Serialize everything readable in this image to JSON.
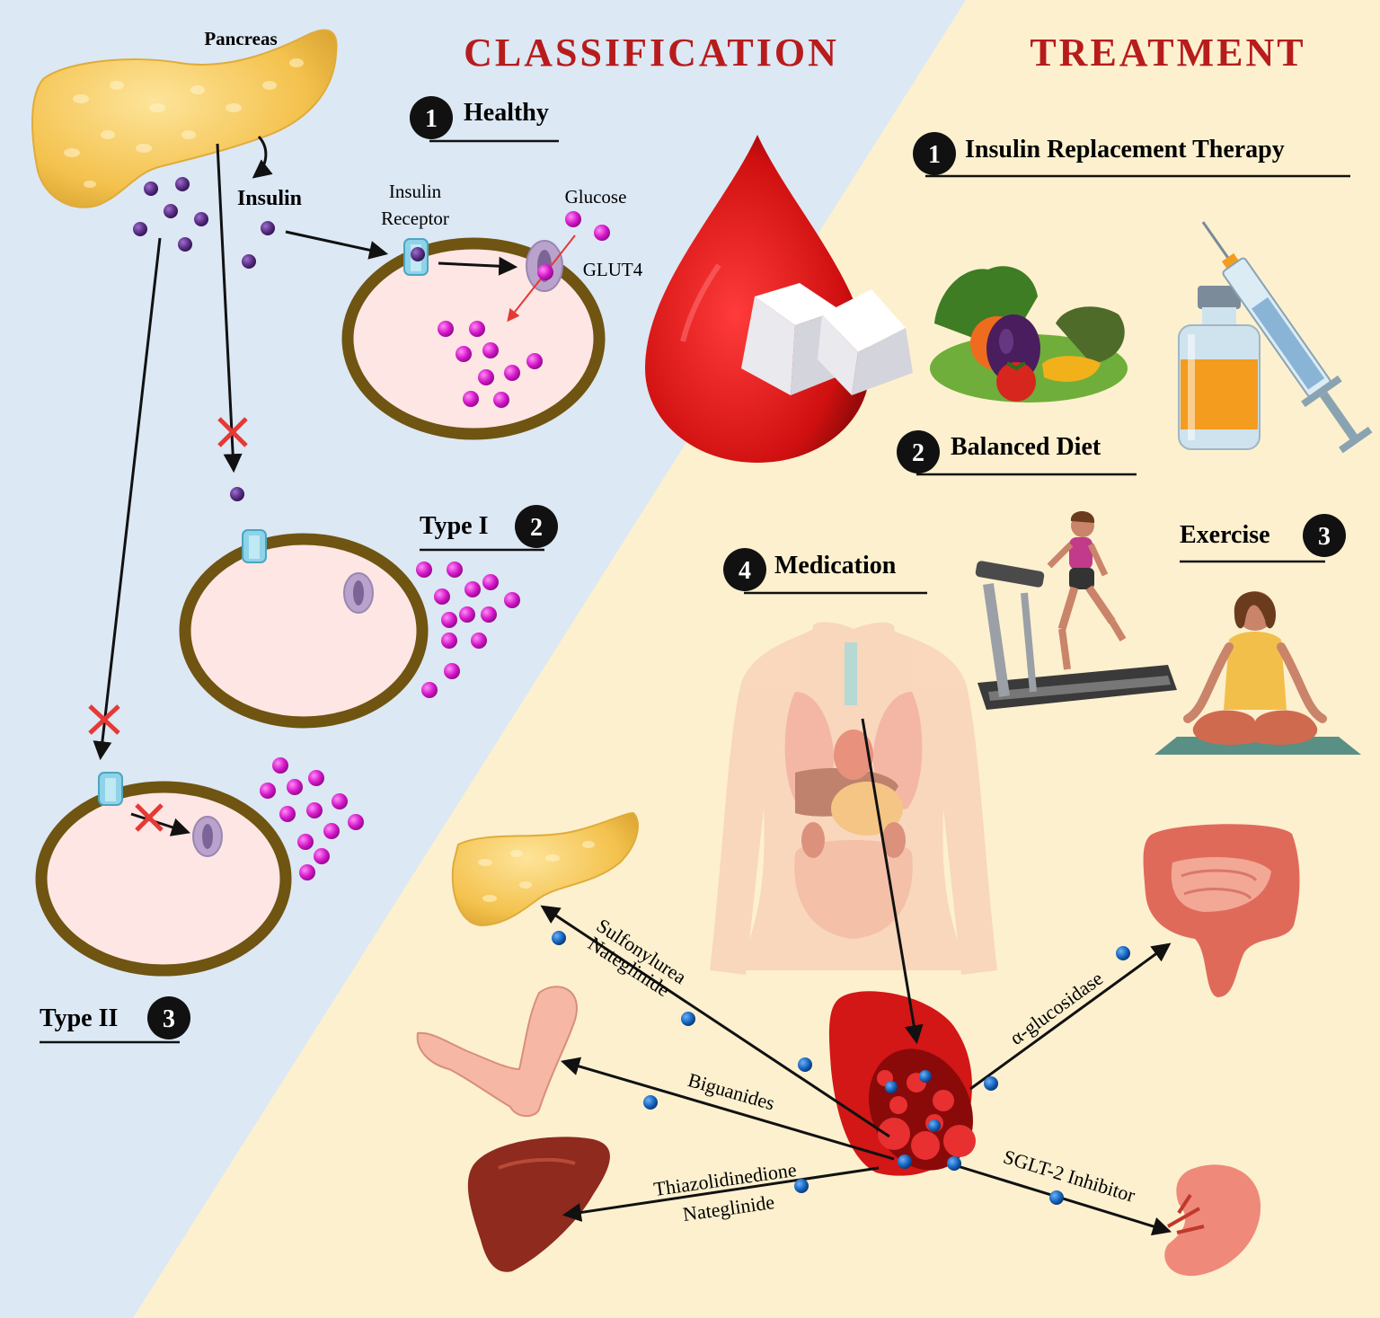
{
  "colors": {
    "classification_bg": "#dce8f4",
    "treatment_bg": "#fcf0cf",
    "header_red": "#b71c1c",
    "cell_fill": "#fde6e4",
    "cell_border": "#6f5412",
    "glucose": "#d416c9",
    "insulin": "#5a2d82",
    "drug_dot": "#1565c0",
    "cross": "#e53935"
  },
  "headers": {
    "classification": "CLASSIFICATION",
    "treatment": "TREATMENT"
  },
  "classification": {
    "pancreas_label": "Pancreas",
    "insulin_label": "Insulin",
    "healthy": {
      "number": "1",
      "label": "Healthy"
    },
    "receptor_label_line1": "Insulin",
    "receptor_label_line2": "Receptor",
    "glucose_label": "Glucose",
    "glut4_label": "GLUT4",
    "type1": {
      "number": "2",
      "label": "Type I"
    },
    "type2": {
      "number": "3",
      "label": "Type II"
    }
  },
  "treatment": {
    "insulin_therapy": {
      "number": "1",
      "label": "Insulin Replacement Therapy"
    },
    "diet": {
      "number": "2",
      "label": "Balanced Diet"
    },
    "exercise": {
      "number": "3",
      "label": "Exercise"
    },
    "medication": {
      "number": "4",
      "label": "Medication"
    }
  },
  "drugs": {
    "sulfonylurea": "Sulfonylurea",
    "nateglinide_top": "Nateglinide",
    "biguanides": "Biguanides",
    "thiazolidinedione": "Thiazolidinedione",
    "nateglinide_bottom": "Nateglinide",
    "alpha_glucosidase": "α-glucosidase",
    "sglt2": "SGLT-2 Inhibitor"
  },
  "icons": [
    "pancreas-icon",
    "insulin-receptor-icon",
    "glut4-icon",
    "blood-drop-icon",
    "sugar-cube-icon",
    "vegetables-icon",
    "insulin-vial-icon",
    "syringe-icon",
    "treadmill-icon",
    "yoga-icon",
    "body-organs-icon",
    "blood-vessel-icon",
    "arm-muscle-icon",
    "liver-icon",
    "intestine-icon",
    "kidney-icon"
  ]
}
